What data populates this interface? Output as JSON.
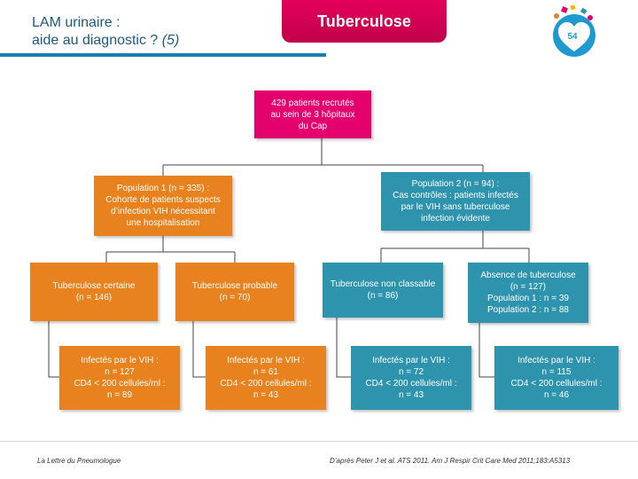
{
  "header": {
    "title_line1": "LAM urinaire :",
    "title_line2": "aide au diagnostic ?",
    "title_ref": "(5)",
    "topic": "Tuberculose",
    "badge_number": "54"
  },
  "nodes": {
    "root": "429 patients recrutés\nau sein de 3 hôpitaux\ndu Cap",
    "pop1": "Population 1 (n = 335) :\nCohorte de patients suspects\nd’infection VIH nécessitant\nune hospitalisation",
    "pop2": "Population 2 (n = 94) :\nCas contrôles : patients infectés\npar le VIH sans tuberculose\ninfection évidente",
    "tb_certain": "Tuberculose certaine\n(n = 146)",
    "tb_probable": "Tuberculose probable\n(n = 70)",
    "tb_unclassified": "Tuberculose non classable\n(n = 86)",
    "no_tb": "Absence de tuberculose\n(n = 127)\nPopulation 1 : n = 39\nPopulation 2 : n = 88",
    "hiv_certain": "Infectés par le VIH :\nn = 127\nCD4 < 200 cellules/ml :\nn = 89",
    "hiv_probable": "Infectés par le VIH :\nn = 61\nCD4 < 200 cellules/ml :\nn = 43",
    "hiv_unclassified": "Infectés par le VIH :\nn = 72\nCD4 < 200 cellules/ml :\nn = 43",
    "hiv_no_tb": "Infectés par le VIH :\nn = 115\nCD4 < 200 cellules/ml :\nn = 46"
  },
  "footer": {
    "left": "La Lettre du Pneumologue",
    "right": "D’après Peter J et al. ATS 2011. Am J Respir Crit Care Med 2011;183:A5313"
  },
  "colors": {
    "root": "#e4006d",
    "orange": "#e8821e",
    "teal": "#2e93ad",
    "title": "#1c5a82",
    "topic_tab": "#e4005a"
  }
}
